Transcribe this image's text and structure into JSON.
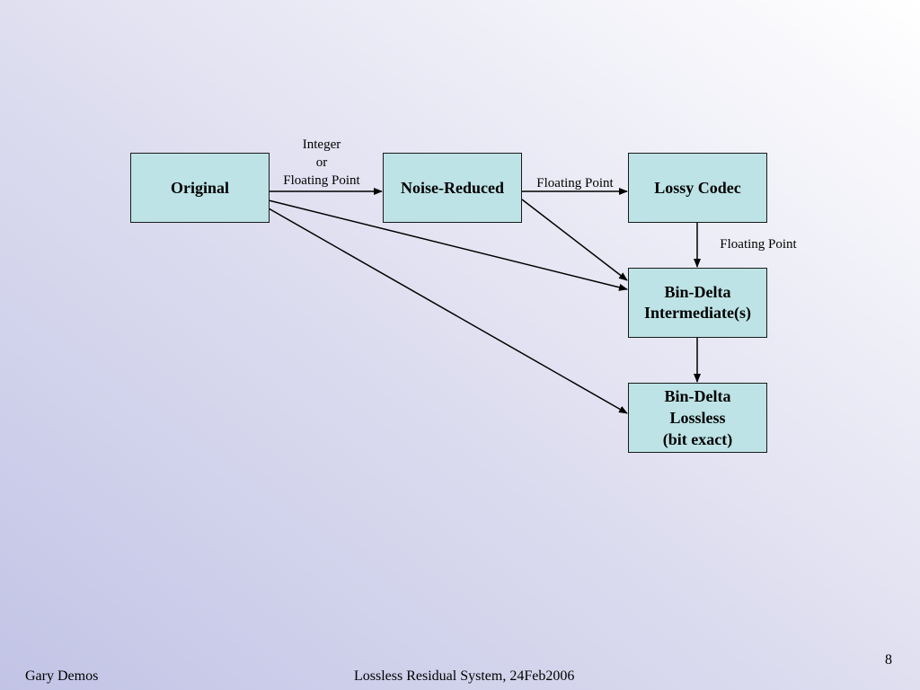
{
  "diagram": {
    "nodes": {
      "original": "Original",
      "noise_reduced": "Noise-Reduced",
      "lossy_codec": "Lossy Codec",
      "intermediate": "Bin-Delta\nIntermediate(s)",
      "lossless": "Bin-Delta\nLossless\n(bit exact)"
    },
    "edge_labels": {
      "original_to_noise": "Integer\nor\nFloating Point",
      "noise_to_lossy": "Floating Point",
      "lossy_to_intermediate": "Floating Point"
    }
  },
  "footer": {
    "author": "Gary Demos",
    "title": "Lossless Residual System, 24Feb2006",
    "page_number": "8"
  }
}
